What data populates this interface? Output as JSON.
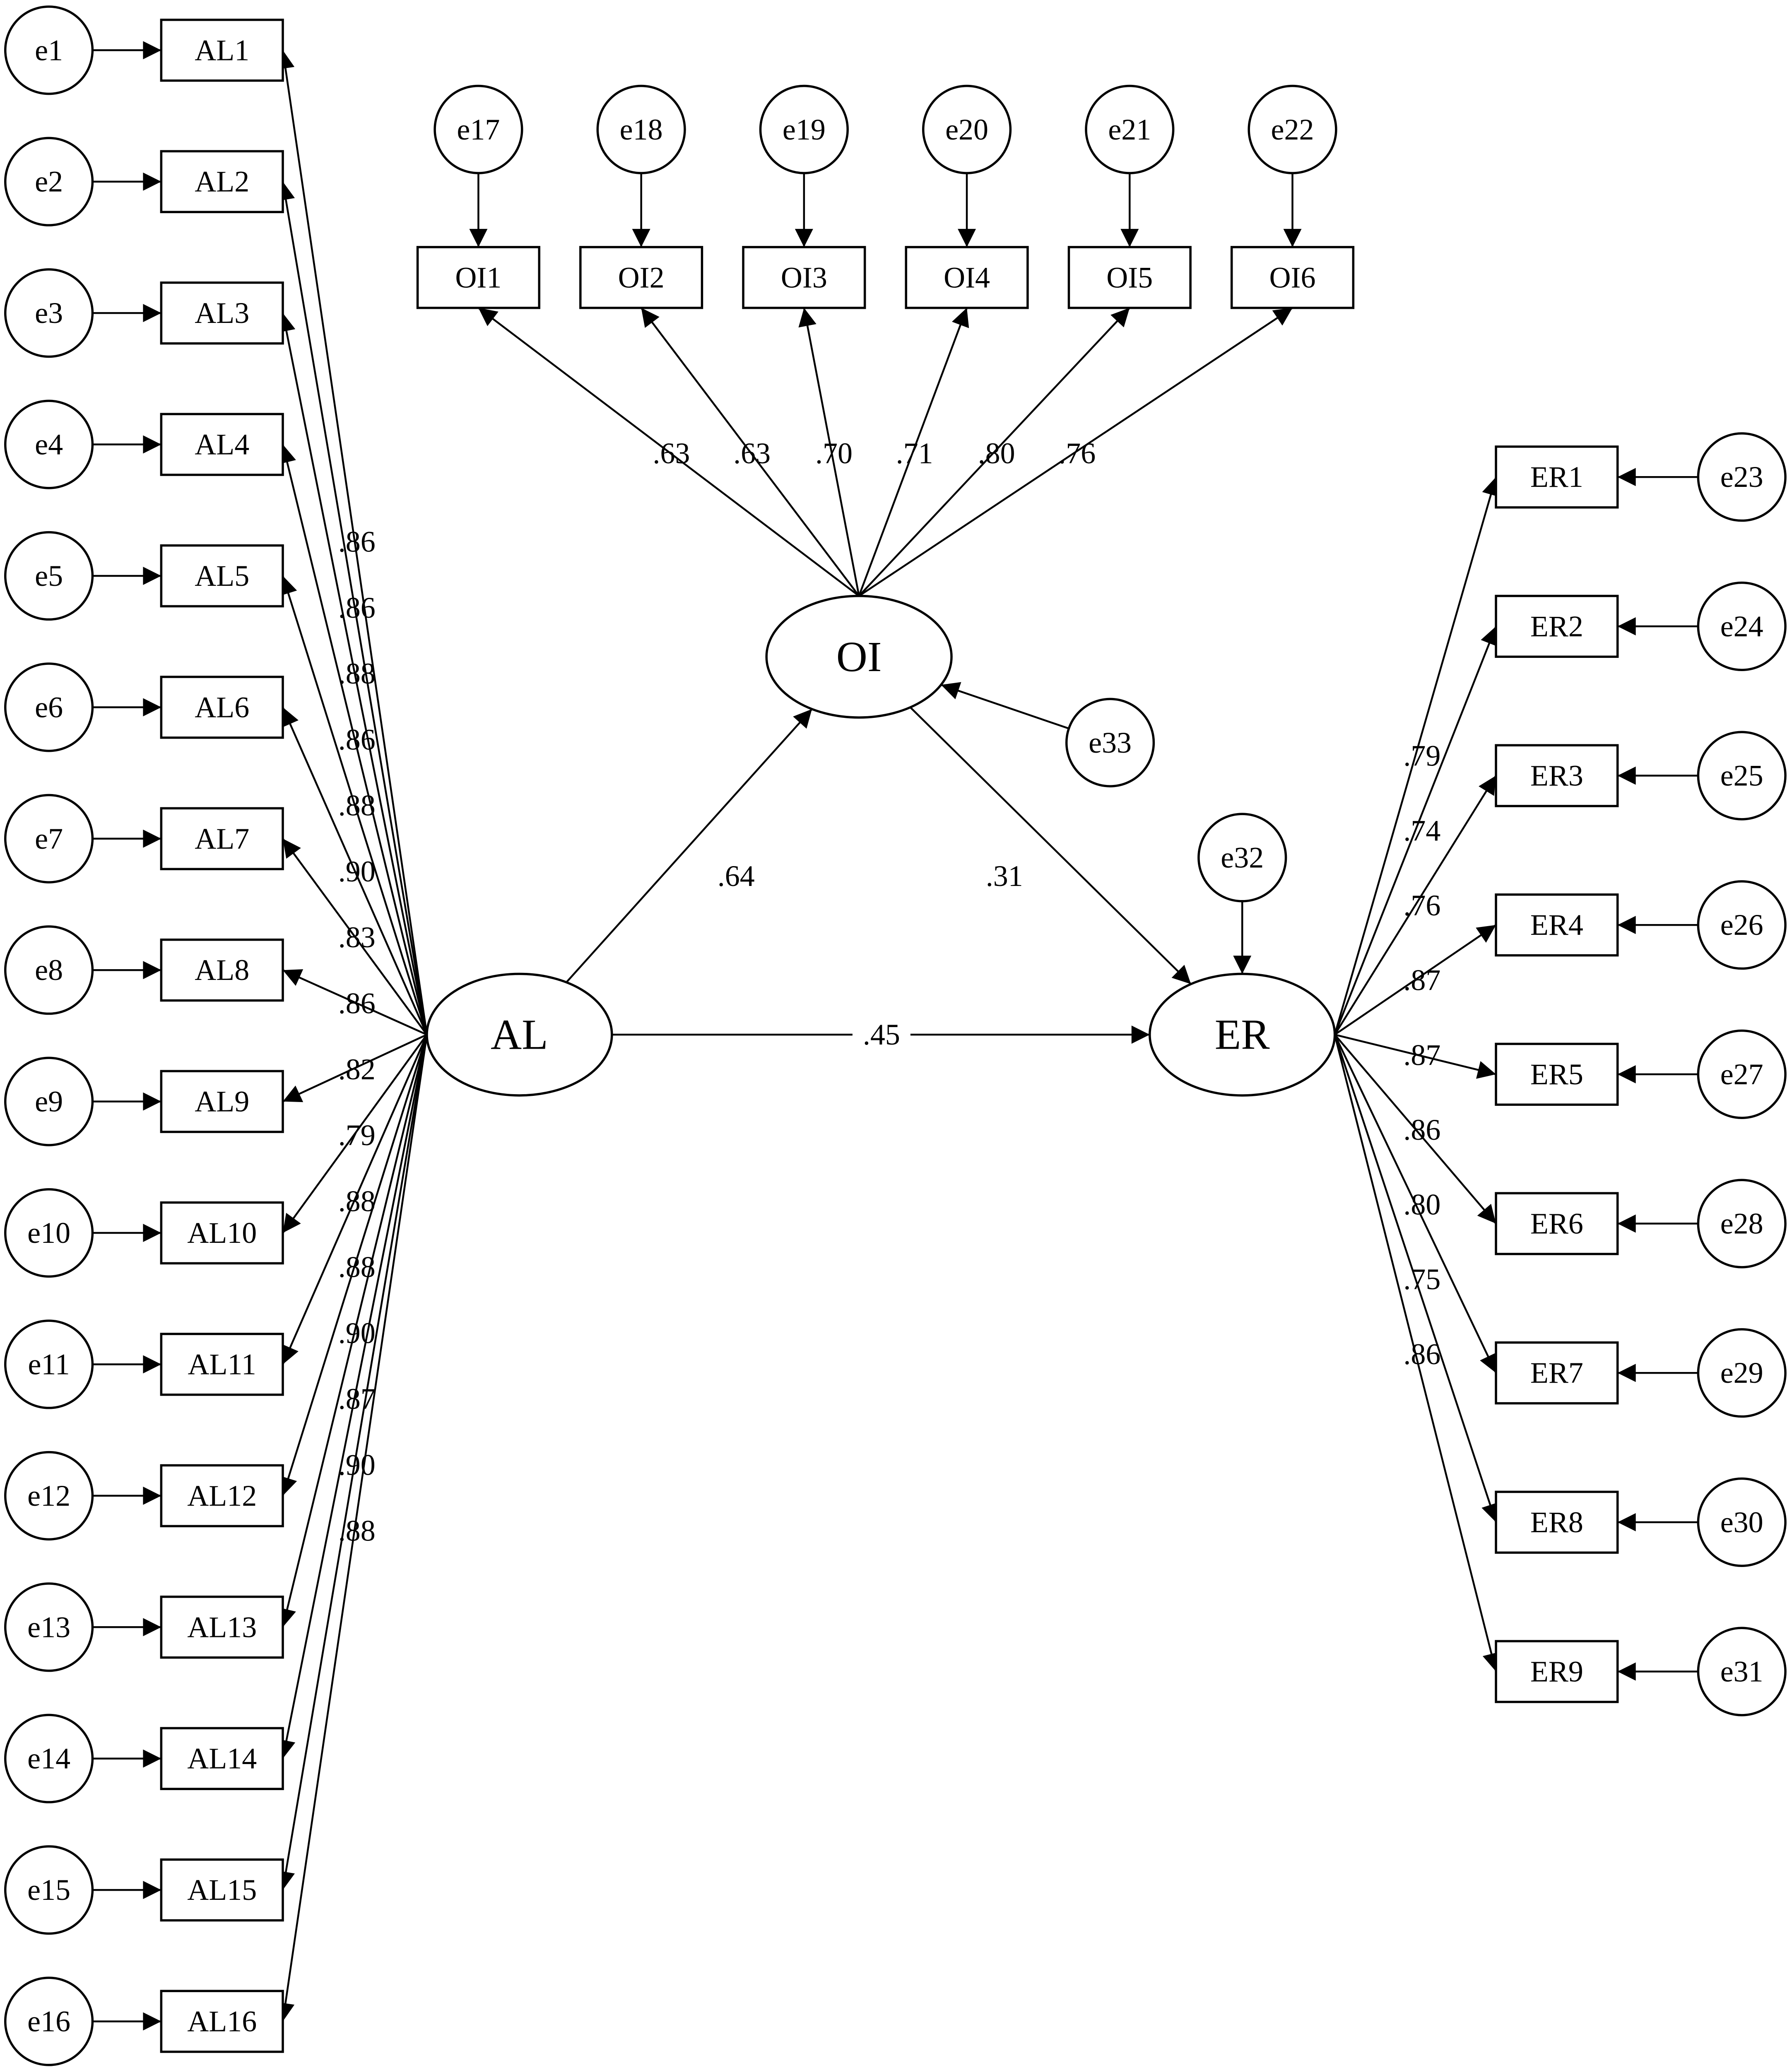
{
  "latents": [
    {
      "id": "AL",
      "label": "AL"
    },
    {
      "id": "OI",
      "label": "OI"
    },
    {
      "id": "ER",
      "label": "ER"
    }
  ],
  "indicators": {
    "AL": [
      {
        "label": "AL1",
        "error": "e1",
        "loading": ".86"
      },
      {
        "label": "AL2",
        "error": "e2",
        "loading": ".86"
      },
      {
        "label": "AL3",
        "error": "e3",
        "loading": ".88"
      },
      {
        "label": "AL4",
        "error": "e4",
        "loading": ".86"
      },
      {
        "label": "AL5",
        "error": "e5",
        "loading": ".88"
      },
      {
        "label": "AL6",
        "error": "e6",
        "loading": ".90"
      },
      {
        "label": "AL7",
        "error": "e7",
        "loading": ".83"
      },
      {
        "label": "AL8",
        "error": "e8",
        "loading": ".86"
      },
      {
        "label": "AL9",
        "error": "e9",
        "loading": ".82"
      },
      {
        "label": "AL10",
        "error": "e10",
        "loading": ".79"
      },
      {
        "label": "AL11",
        "error": "e11",
        "loading": ".88"
      },
      {
        "label": "AL12",
        "error": "e12",
        "loading": ".88"
      },
      {
        "label": "AL13",
        "error": "e13",
        "loading": ".90"
      },
      {
        "label": "AL14",
        "error": "e14",
        "loading": ".87"
      },
      {
        "label": "AL15",
        "error": "e15",
        "loading": ".90"
      },
      {
        "label": "AL16",
        "error": "e16",
        "loading": ".88"
      }
    ],
    "OI": [
      {
        "label": "OI1",
        "error": "e17",
        "loading": ".63"
      },
      {
        "label": "OI2",
        "error": "e18",
        "loading": ".63"
      },
      {
        "label": "OI3",
        "error": "e19",
        "loading": ".70"
      },
      {
        "label": "OI4",
        "error": "e20",
        "loading": ".71"
      },
      {
        "label": "OI5",
        "error": "e21",
        "loading": ".80"
      },
      {
        "label": "OI6",
        "error": "e22",
        "loading": ".76"
      }
    ],
    "ER": [
      {
        "label": "ER1",
        "error": "e23",
        "loading": ".79"
      },
      {
        "label": "ER2",
        "error": "e24",
        "loading": ".74"
      },
      {
        "label": "ER3",
        "error": "e25",
        "loading": ".76"
      },
      {
        "label": "ER4",
        "error": "e26",
        "loading": ".87"
      },
      {
        "label": "ER5",
        "error": "e27",
        "loading": ".87"
      },
      {
        "label": "ER6",
        "error": "e28",
        "loading": ".86"
      },
      {
        "label": "ER7",
        "error": "e29",
        "loading": ".80"
      },
      {
        "label": "ER8",
        "error": "e30",
        "loading": ".75"
      },
      {
        "label": "ER9",
        "error": "e31",
        "loading": ".86"
      }
    ]
  },
  "structural_paths": [
    {
      "from": "AL",
      "to": "OI",
      "coef": ".64"
    },
    {
      "from": "OI",
      "to": "ER",
      "coef": ".31"
    },
    {
      "from": "AL",
      "to": "ER",
      "coef": ".45"
    }
  ],
  "disturbances": [
    {
      "latent": "OI",
      "label": "e33"
    },
    {
      "latent": "ER",
      "label": "e32"
    }
  ]
}
